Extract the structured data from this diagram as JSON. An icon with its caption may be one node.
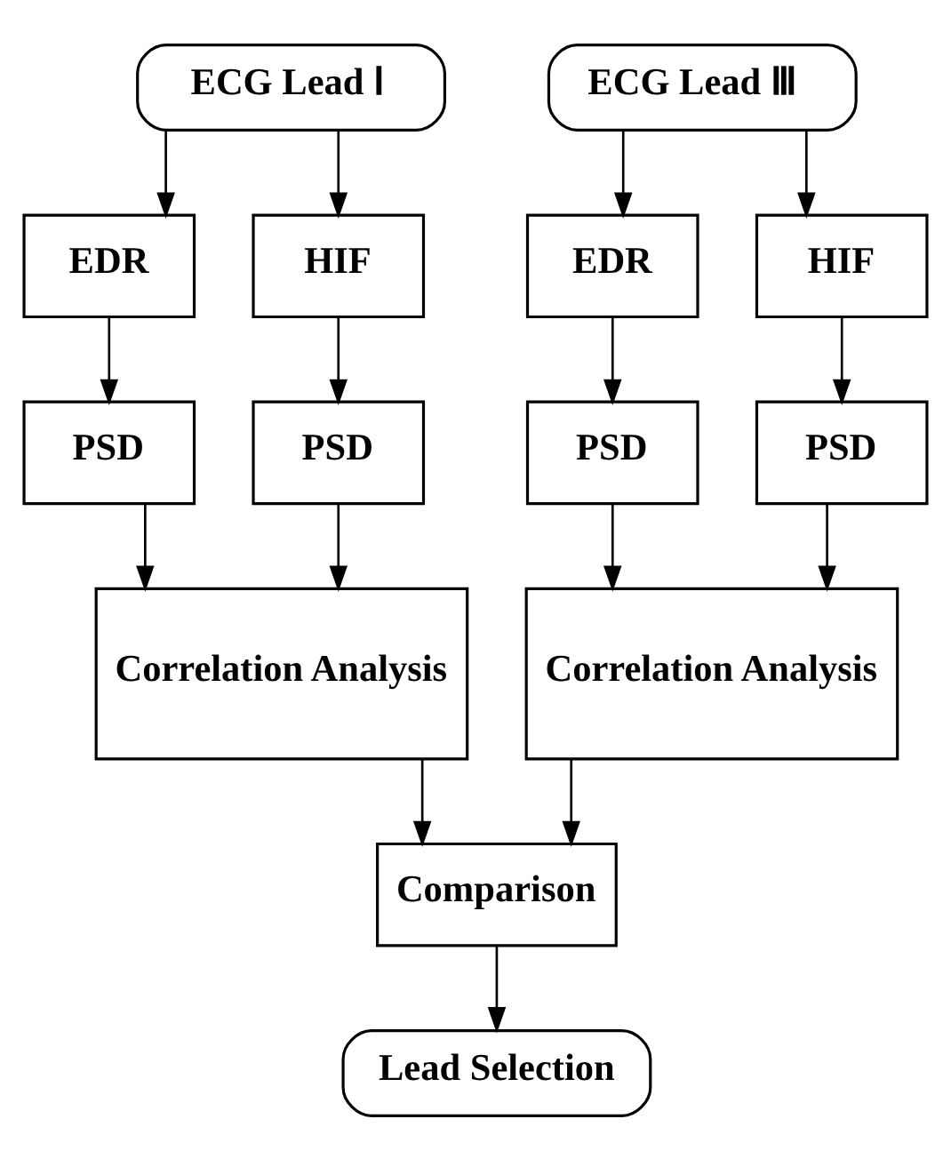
{
  "diagram": {
    "nodes": [
      {
        "text": [
          "ECG Lead Ⅰ"
        ]
      },
      {
        "text": [
          "ECG Lead Ⅲ"
        ]
      },
      {
        "text": [
          "EDR"
        ]
      },
      {
        "text": [
          "HIF"
        ]
      },
      {
        "text": [
          "EDR"
        ]
      },
      {
        "text": [
          "HIF"
        ]
      },
      {
        "text": [
          "PSD"
        ]
      },
      {
        "text": [
          "PSD"
        ]
      },
      {
        "text": [
          "PSD"
        ]
      },
      {
        "text": [
          "PSD"
        ]
      },
      {
        "text": [
          "Correlation Analysis"
        ]
      },
      {
        "text": [
          "Correlation Analysis"
        ]
      },
      {
        "text": [
          "Comparison"
        ]
      },
      {
        "text": [
          "Lead Selection"
        ]
      }
    ],
    "edges": [
      {
        "from": 0,
        "to": 2,
        "arrow": "to"
      },
      {
        "from": 0,
        "to": 3,
        "arrow": "to"
      },
      {
        "from": 1,
        "to": 4,
        "arrow": "to"
      },
      {
        "from": 1,
        "to": 5,
        "arrow": "to"
      },
      {
        "from": 2,
        "to": 6,
        "arrow": "to"
      },
      {
        "from": 3,
        "to": 7,
        "arrow": "to"
      },
      {
        "from": 4,
        "to": 8,
        "arrow": "to"
      },
      {
        "from": 5,
        "to": 9,
        "arrow": "to"
      },
      {
        "from": 6,
        "to": 10,
        "arrow": "to"
      },
      {
        "from": 7,
        "to": 10,
        "arrow": "to"
      },
      {
        "from": 8,
        "to": 11,
        "arrow": "to"
      },
      {
        "from": 9,
        "to": 11,
        "arrow": "to"
      },
      {
        "from": 10,
        "to": 12,
        "arrow": "to"
      },
      {
        "from": 11,
        "to": 12,
        "arrow": "to"
      },
      {
        "from": 12,
        "to": 13,
        "arrow": "to"
      }
    ]
  }
}
